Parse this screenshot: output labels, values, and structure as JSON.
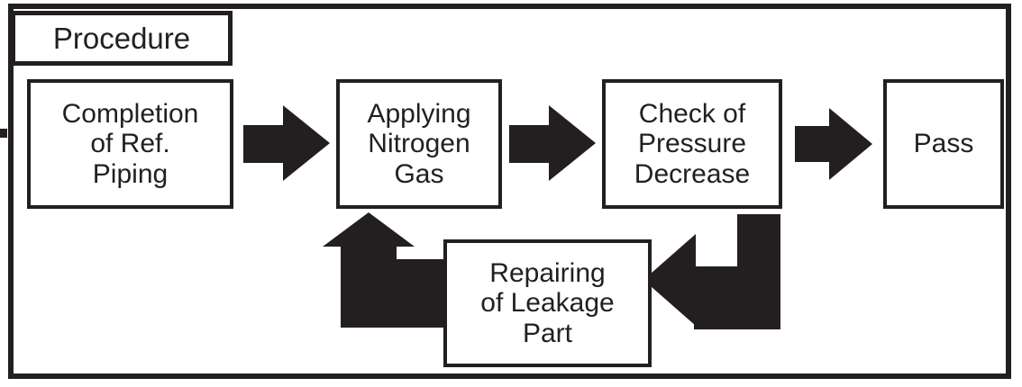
{
  "diagram": {
    "title": "Procedure",
    "type": "flowchart",
    "nodes": [
      {
        "id": "completion",
        "label": "Completion\nof Ref.\nPiping"
      },
      {
        "id": "nitrogen",
        "label": "Applying\nNitrogen\nGas"
      },
      {
        "id": "check",
        "label": "Check of\nPressure\nDecrease"
      },
      {
        "id": "pass",
        "label": "Pass"
      },
      {
        "id": "repair",
        "label": "Repairing\nof Leakage\nPart"
      }
    ],
    "edges": [
      {
        "from": "completion",
        "to": "nitrogen",
        "style": "block-arrow-right"
      },
      {
        "from": "nitrogen",
        "to": "check",
        "style": "block-arrow-right"
      },
      {
        "from": "check",
        "to": "pass",
        "style": "block-arrow-right"
      },
      {
        "from": "check",
        "to": "repair",
        "style": "elbow-arrow-down-left"
      },
      {
        "from": "repair",
        "to": "nitrogen",
        "style": "elbow-arrow-left-up"
      }
    ],
    "colors": {
      "ink": "#231f20",
      "background": "#ffffff"
    }
  }
}
